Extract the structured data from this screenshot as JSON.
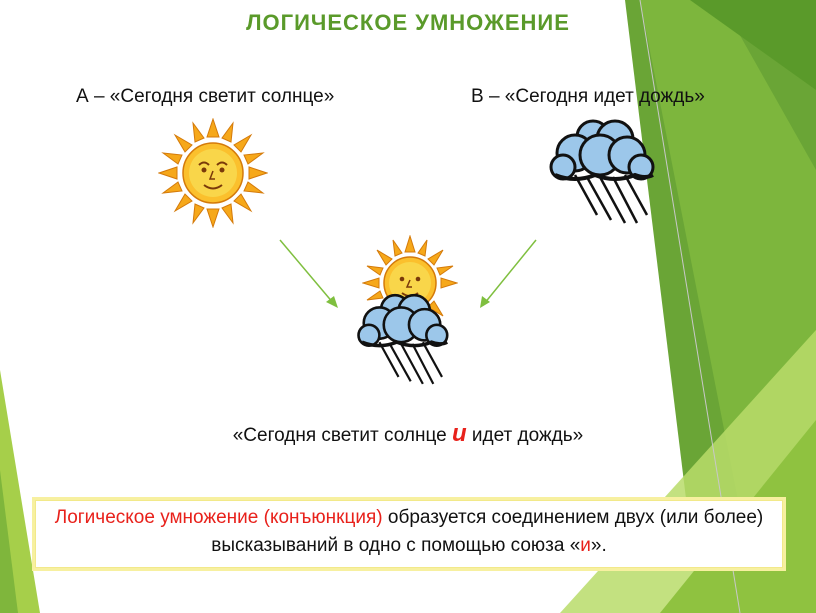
{
  "slide": {
    "title": "ЛОГИЧЕСКОЕ УМНОЖЕНИЕ",
    "statement_a": "А – «Сегодня светит солнце»",
    "statement_b": "В – «Сегодня идет дождь»",
    "combined": {
      "prefix": "«Сегодня светит солнце ",
      "conjunction": "и",
      "suffix": " идет дождь»"
    },
    "definition": {
      "term": "Логическое умножение (конъюнкция)",
      "text_1": " образуется соединением двух (или более) высказываний в одно с помощью союза «",
      "conj": "и",
      "text_2": "»."
    }
  },
  "icons": [
    "sun-icon",
    "rain-cloud-icon",
    "arrow-icon"
  ],
  "colors": {
    "title": "#5a9a2a",
    "accent_red": "#e8211b",
    "green_light": "#a6cf4a",
    "green_dark": "#5f9b2f",
    "sun": "#f6a81a",
    "cloud": "#9cc7ea",
    "box_border": "#f7f0a0"
  }
}
